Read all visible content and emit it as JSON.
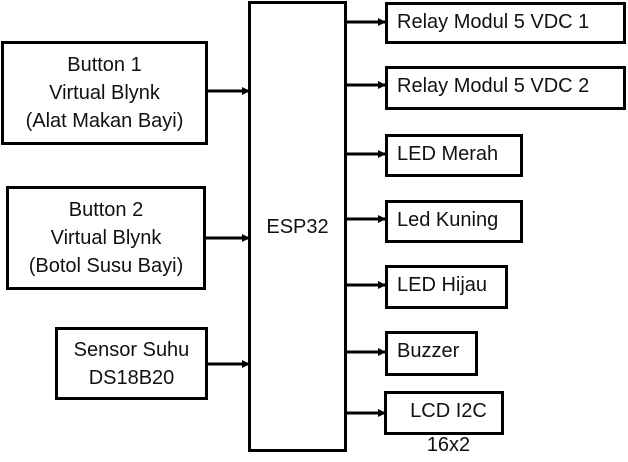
{
  "diagram": {
    "type": "block-diagram",
    "controller": {
      "label": "ESP32"
    },
    "inputs": [
      {
        "lines": [
          "Button 1",
          "Virtual Blynk",
          "(Alat Makan Bayi)"
        ]
      },
      {
        "lines": [
          "Button 2",
          "Virtual Blynk",
          "(Botol Susu Bayi)"
        ]
      },
      {
        "lines": [
          "Sensor Suhu",
          "DS18B20"
        ]
      }
    ],
    "outputs": [
      {
        "label": "Relay Modul 5 VDC 1"
      },
      {
        "label": "Relay Modul 5 VDC 2"
      },
      {
        "label": "LED Merah"
      },
      {
        "label": "Led Kuning"
      },
      {
        "label": "LED Hijau"
      },
      {
        "label": "Buzzer"
      },
      {
        "label": "LCD I2C 16x2"
      }
    ],
    "edges": [
      {
        "from": "inputs.0",
        "to": "controller"
      },
      {
        "from": "inputs.1",
        "to": "controller"
      },
      {
        "from": "inputs.2",
        "to": "controller"
      },
      {
        "from": "controller",
        "to": "outputs.0"
      },
      {
        "from": "controller",
        "to": "outputs.1"
      },
      {
        "from": "controller",
        "to": "outputs.2"
      },
      {
        "from": "controller",
        "to": "outputs.3"
      },
      {
        "from": "controller",
        "to": "outputs.4"
      },
      {
        "from": "controller",
        "to": "outputs.5"
      },
      {
        "from": "controller",
        "to": "outputs.6"
      }
    ],
    "line_color": "#000000",
    "background": "#ffffff"
  }
}
